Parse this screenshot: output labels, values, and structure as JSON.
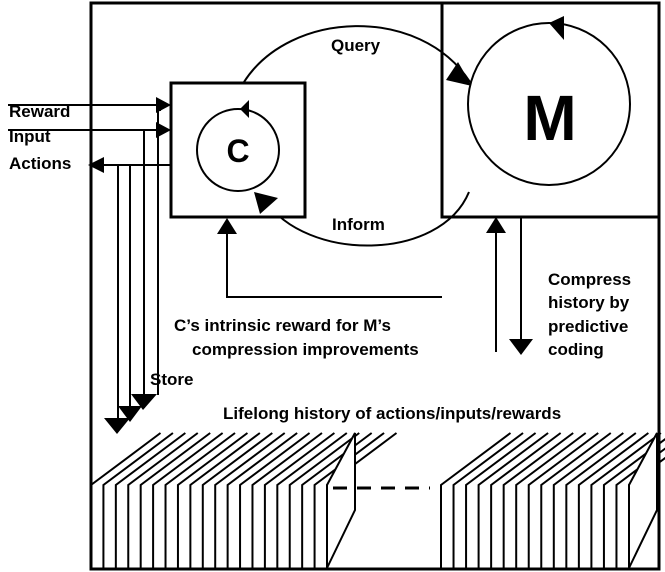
{
  "colors": {
    "ink": "#000000",
    "paper": "#ffffff"
  },
  "io_labels": {
    "reward": "Reward",
    "input": "Input",
    "actions": "Actions"
  },
  "controller": {
    "label": "C"
  },
  "model": {
    "label": "M"
  },
  "arcs": {
    "query": "Query",
    "inform": "Inform"
  },
  "intrinsic_reward": {
    "line1": "C’s intrinsic reward for M’s",
    "line2": "compression improvements"
  },
  "compress": {
    "line1": "Compress",
    "line2": "history by",
    "line3": "predictive",
    "line4": "coding"
  },
  "store_label": "Store",
  "history_label": "Lifelong history of actions/inputs/rewards"
}
